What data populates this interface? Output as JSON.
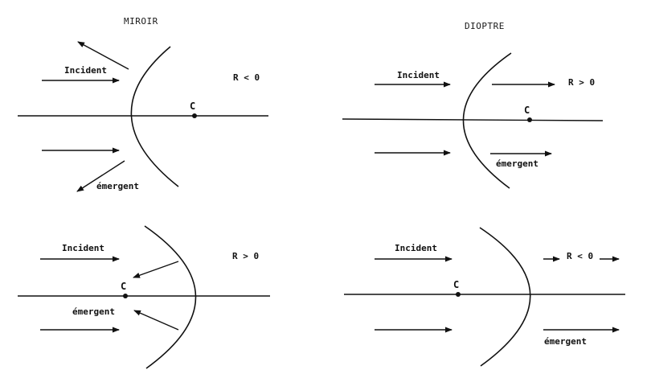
{
  "headers": {
    "miroir": "MIROIR",
    "dioptre": "DIOPTRE"
  },
  "panels": {
    "top_left": {
      "incident": "Incident",
      "emergent": "émergent",
      "center": "C",
      "radius": "R < 0"
    },
    "top_right": {
      "incident": "Incident",
      "emergent": "émergent",
      "center": "C",
      "radius": "R > 0"
    },
    "bottom_left": {
      "incident": "Incident",
      "emergent": "émergent",
      "center": "C",
      "radius": "R > 0"
    },
    "bottom_right": {
      "incident": "Incident",
      "emergent": "émergent",
      "center": "C",
      "radius": "R < 0"
    }
  }
}
